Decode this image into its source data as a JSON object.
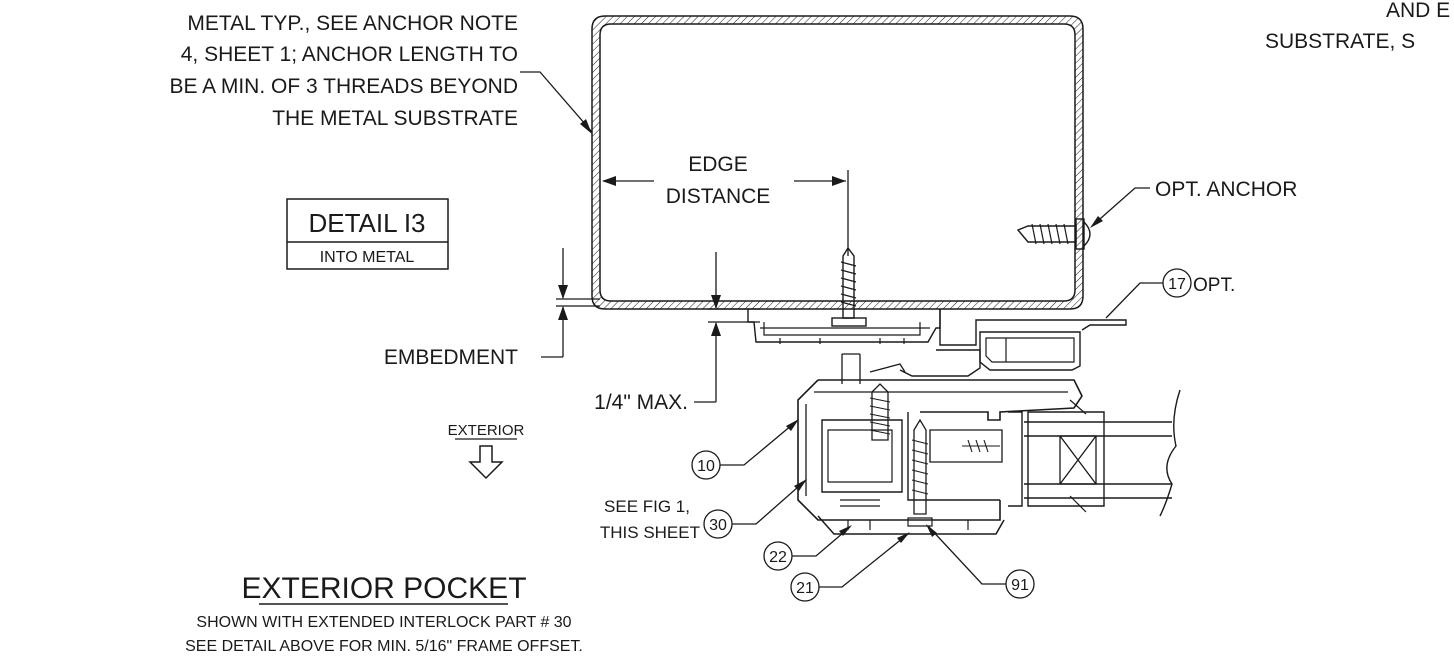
{
  "notes": {
    "anchor_note_lines": [
      "METAL TYP., SEE ANCHOR NOTE",
      "4, SHEET 1; ANCHOR LENGTH TO",
      "BE A MIN. OF 3 THREADS BEYOND",
      "THE METAL SUBSTRATE"
    ],
    "top_right_lines": [
      "AND E",
      "SUBSTRATE, S"
    ],
    "edge_distance_lines": [
      "EDGE",
      "DISTANCE"
    ],
    "opt_anchor": "OPT. ANCHOR",
    "opt": "OPT.",
    "embedment": "EMBEDMENT",
    "quarter_max": "1/4\" MAX.",
    "exterior": "EXTERIOR",
    "see_fig_lines": [
      "SEE FIG 1,",
      "THIS SHEET"
    ]
  },
  "detail_box": {
    "title": "DETAIL I3",
    "subtitle": "INTO METAL"
  },
  "callouts": [
    "17",
    "10",
    "30",
    "22",
    "21",
    "91"
  ],
  "caption": {
    "title": "EXTERIOR POCKET",
    "lines": [
      "SHOWN WITH EXTENDED INTERLOCK PART # 30",
      "SEE DETAIL ABOVE FOR MIN. 5/16\" FRAME OFFSET."
    ]
  }
}
